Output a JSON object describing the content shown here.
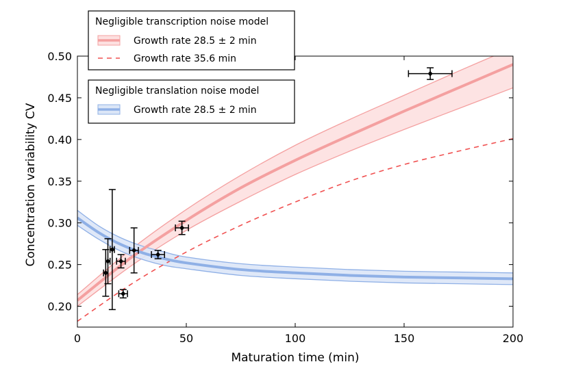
{
  "chart_data": {
    "type": "line",
    "xlabel": "Maturation time (min)",
    "ylabel": "Concentration variability CV",
    "xlim": [
      0,
      200
    ],
    "ylim": [
      0.175,
      0.5
    ],
    "xticks": [
      0,
      50,
      100,
      150,
      200
    ],
    "yticks": [
      0.2,
      0.25,
      0.3,
      0.35,
      0.4,
      0.45,
      0.5
    ],
    "xtick_labels": [
      "0",
      "50",
      "100",
      "150",
      "200"
    ],
    "ytick_labels": [
      "0.20",
      "0.25",
      "0.30",
      "0.35",
      "0.40",
      "0.45",
      "0.50"
    ],
    "grid": false,
    "legends": [
      {
        "title": "Negligible transcription noise model",
        "placement": "top-left",
        "entries": [
          "Growth rate 28.5 ± 2 min",
          "Growth rate 35.6 min"
        ]
      },
      {
        "title": "Negligible translation noise model",
        "placement": "upper-left",
        "entries": [
          "Growth rate 28.5 ± 2 min"
        ]
      }
    ],
    "series": [
      {
        "name": "Growth rate 28.5 ± 2 min",
        "model": "Negligible transcription noise model",
        "style": "solid-band",
        "color": "#f4a0a0",
        "band_color": "#fde0e0",
        "x": [
          0,
          25,
          50,
          75,
          100,
          125,
          150,
          175,
          200
        ],
        "y": [
          0.207,
          0.259,
          0.303,
          0.342,
          0.375,
          0.405,
          0.434,
          0.462,
          0.49
        ],
        "y_lower": [
          0.2,
          0.249,
          0.291,
          0.326,
          0.358,
          0.386,
          0.412,
          0.437,
          0.462
        ],
        "y_upper": [
          0.214,
          0.269,
          0.316,
          0.357,
          0.393,
          0.424,
          0.453,
          0.482,
          0.51
        ]
      },
      {
        "name": "Growth rate 35.6 min",
        "model": "Negligible transcription noise model",
        "style": "dashed",
        "color": "#f05050",
        "x": [
          0,
          25,
          50,
          75,
          100,
          125,
          150,
          175,
          200
        ],
        "y": [
          0.182,
          0.227,
          0.265,
          0.297,
          0.325,
          0.35,
          0.37,
          0.386,
          0.401
        ]
      },
      {
        "name": "Growth rate 28.5 ± 2 min",
        "model": "Negligible translation noise model",
        "style": "solid-band",
        "color": "#8fb0e6",
        "band_color": "#dbe6f7",
        "x": [
          0,
          10,
          20,
          30,
          40,
          50,
          75,
          100,
          125,
          150,
          175,
          200
        ],
        "y": [
          0.306,
          0.288,
          0.274,
          0.264,
          0.257,
          0.252,
          0.244,
          0.24,
          0.237,
          0.235,
          0.234,
          0.233
        ],
        "y_lower": [
          0.297,
          0.28,
          0.266,
          0.256,
          0.249,
          0.245,
          0.237,
          0.233,
          0.23,
          0.228,
          0.227,
          0.226
        ],
        "y_upper": [
          0.315,
          0.296,
          0.282,
          0.272,
          0.265,
          0.259,
          0.251,
          0.247,
          0.244,
          0.242,
          0.241,
          0.24
        ]
      }
    ],
    "data_points": [
      {
        "x": 13,
        "y": 0.24,
        "xerr": 1,
        "yerr": 0.028
      },
      {
        "x": 14,
        "y": 0.254,
        "xerr": 1,
        "yerr": 0.027
      },
      {
        "x": 16,
        "y": 0.268,
        "xerr": 1,
        "yerr": 0.072
      },
      {
        "x": 20,
        "y": 0.254,
        "xerr": 2,
        "yerr": 0.008
      },
      {
        "x": 21,
        "y": 0.215,
        "xerr": 2,
        "yerr": 0.005
      },
      {
        "x": 26,
        "y": 0.267,
        "xerr": 2,
        "yerr": 0.027
      },
      {
        "x": 37,
        "y": 0.262,
        "xerr": 3,
        "yerr": 0.005
      },
      {
        "x": 48,
        "y": 0.294,
        "xerr": 3,
        "yerr": 0.008
      },
      {
        "x": 162,
        "y": 0.479,
        "xerr": 10,
        "yerr": 0.007
      }
    ]
  }
}
